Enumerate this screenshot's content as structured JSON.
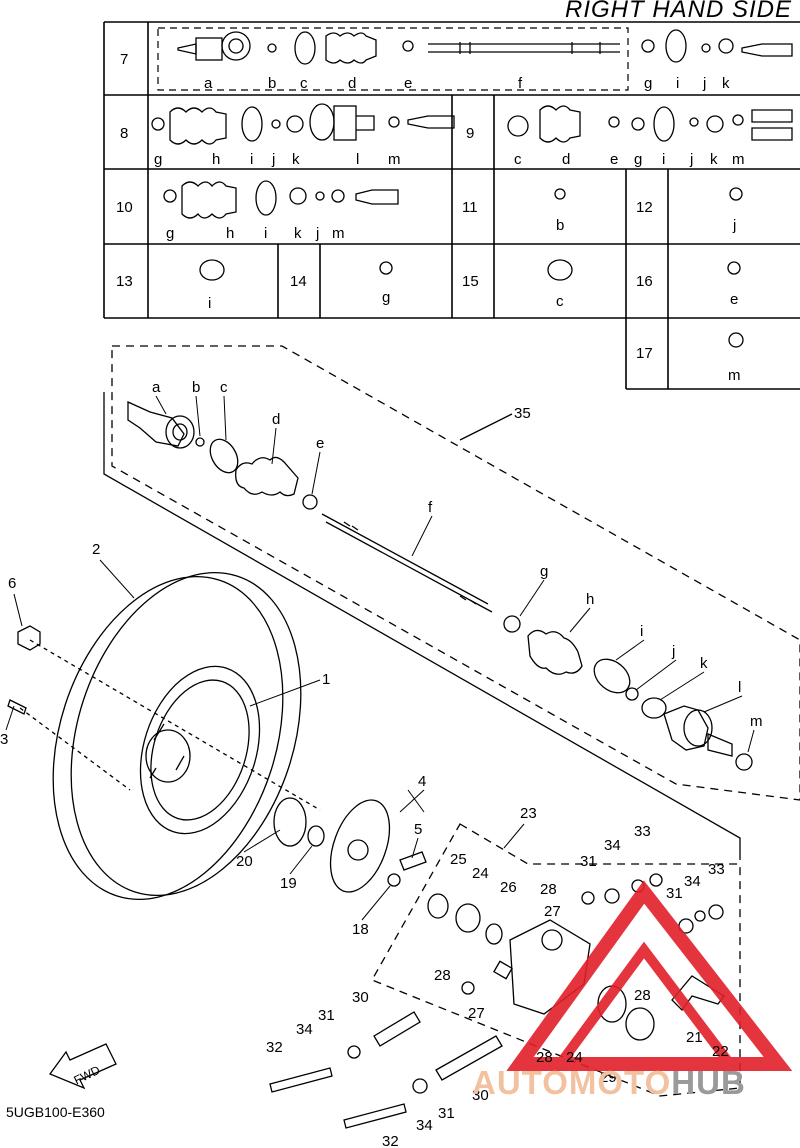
{
  "header": {
    "title": "RIGHT HAND SIDE"
  },
  "footer": {
    "code": "5UGB100-E360"
  },
  "watermark": {
    "part1": "AUTOMOTO",
    "part2": "HUB",
    "color_logo": "#e2202a"
  },
  "fwd_label": "FWD",
  "table": {
    "rows": [
      {
        "num": "7",
        "letters": [
          "a",
          "b",
          "c",
          "d",
          "e",
          "f",
          "g",
          "i",
          "j",
          "k"
        ]
      },
      {
        "num": "8",
        "letters": [
          "g",
          "h",
          "i",
          "j",
          "k",
          "l",
          "m"
        ]
      },
      {
        "num": "9",
        "letters": [
          "c",
          "d",
          "e",
          "g",
          "i",
          "j",
          "k",
          "m"
        ]
      },
      {
        "num": "10",
        "letters": [
          "g",
          "h",
          "i",
          "k",
          "j",
          "m"
        ]
      },
      {
        "num": "11",
        "letters": [
          "b"
        ]
      },
      {
        "num": "12",
        "letters": [
          "j"
        ]
      },
      {
        "num": "13",
        "letters": [
          "i"
        ]
      },
      {
        "num": "14",
        "letters": [
          "g"
        ]
      },
      {
        "num": "15",
        "letters": [
          "c"
        ]
      },
      {
        "num": "16",
        "letters": [
          "e"
        ]
      },
      {
        "num": "17",
        "letters": [
          "m"
        ]
      }
    ]
  },
  "callouts": {
    "shaft_letters": [
      "a",
      "b",
      "c",
      "d",
      "e",
      "f",
      "g",
      "h",
      "i",
      "j",
      "k",
      "l",
      "m"
    ],
    "part_numbers": [
      "1",
      "2",
      "3",
      "4",
      "5",
      "6",
      "18",
      "19",
      "20",
      "21",
      "22",
      "23",
      "24",
      "25",
      "26",
      "27",
      "28",
      "29",
      "30",
      "31",
      "32",
      "33",
      "34",
      "35"
    ]
  }
}
